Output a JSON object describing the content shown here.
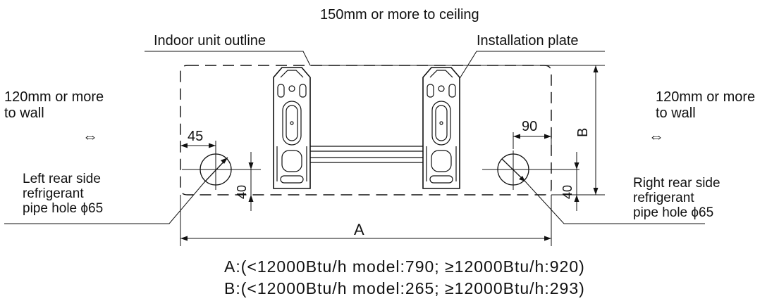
{
  "labels": {
    "ceiling": "150mm or more to ceiling",
    "outline": "Indoor unit outline",
    "plate": "Installation plate",
    "left_wall_1": "120mm or more",
    "left_wall_2": "to wall",
    "right_wall_1": "120mm or more",
    "right_wall_2": "to wall",
    "arrow_symbol": "⇔",
    "dim_45": "45",
    "dim_90": "90",
    "dim_40_left": "40",
    "dim_40_right": "40",
    "dim_A": "A",
    "dim_B": "B",
    "left_hole_1": "Left rear side",
    "left_hole_2": "refrigerant",
    "left_hole_3": "pipe hole  ϕ65",
    "right_hole_1": "Right rear side",
    "right_hole_2": "refrigerant",
    "right_hole_3": "pipe hole  ϕ65"
  },
  "notes": {
    "a": "A:(<12000Btu/h model:790; ≥12000Btu/h:920)",
    "b": "B:(<12000Btu/h model:265; ≥12000Btu/h:293)"
  }
}
